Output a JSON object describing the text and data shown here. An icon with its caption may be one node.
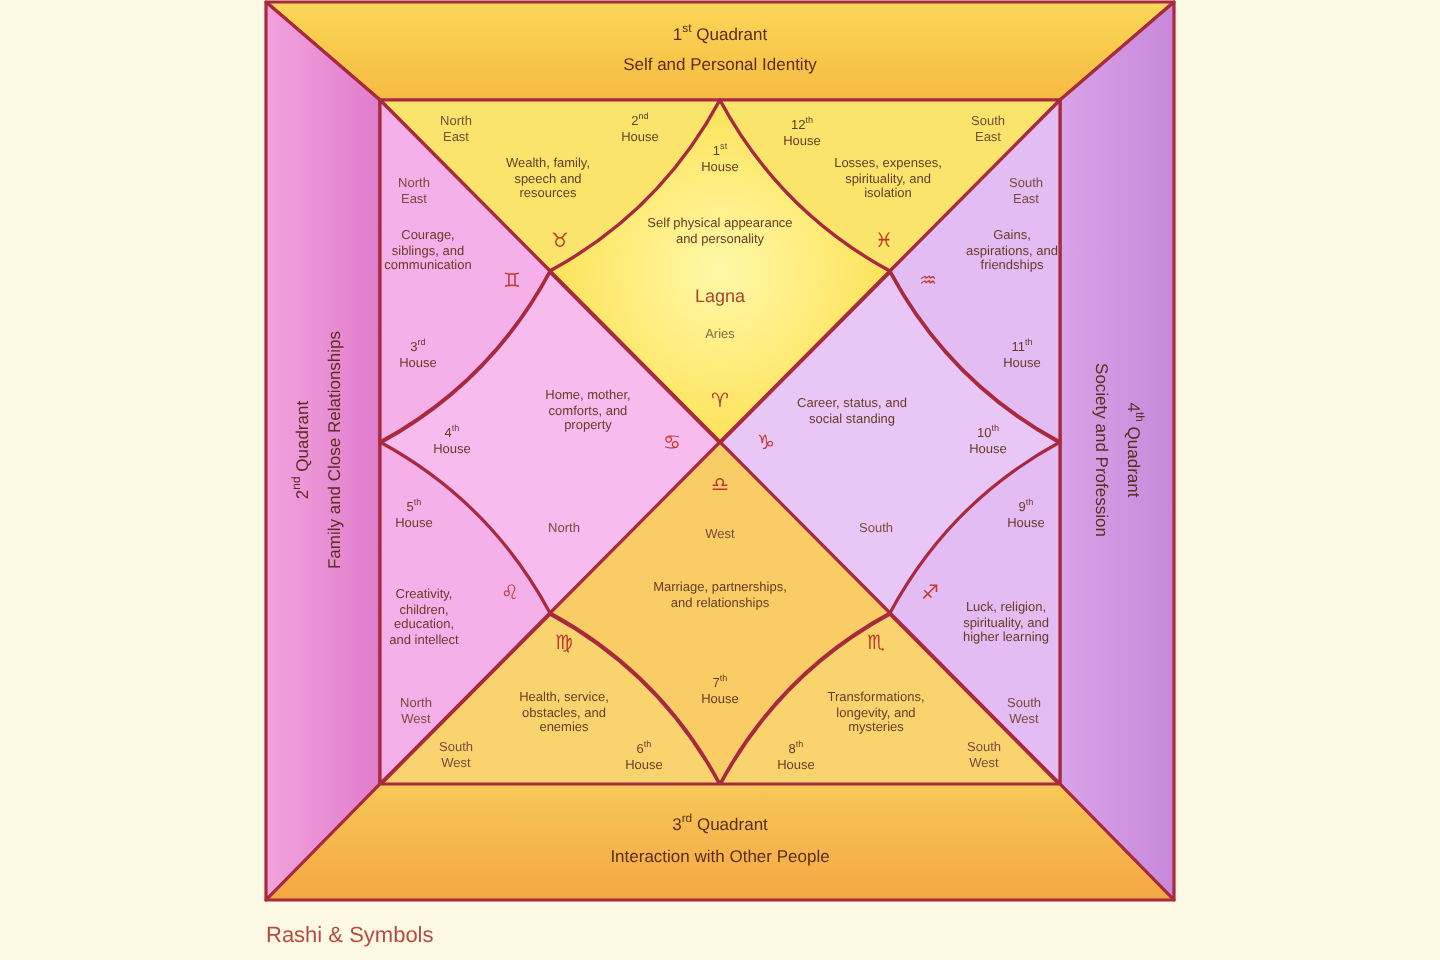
{
  "diagram": {
    "caption": "Rashi & Symbols",
    "nodes": [
      {
        "text": [
          "1$^{st}$ Quadrant",
          "Self and Personal Identity"
        ]
      },
      {
        "text": [
          "2$^{nd}$ Quadrant",
          "Family and Close Relationships"
        ]
      },
      {
        "text": [
          "4$^{th}$ Quadrant",
          "Society and Profession"
        ]
      },
      {
        "text": [
          "North East",
          "2$^{nd}$ House",
          "Wealth, family, speech and resources",
          "♉"
        ]
      },
      {
        "text": [
          "1$^{st}$ House",
          "Self physical appearance and personality",
          "Lagna",
          "Aries",
          "♈"
        ]
      },
      {
        "text": [
          "12$^{th}$ House",
          "South East",
          "Losses, expenses, spirituality, and isolation",
          "♓"
        ]
      },
      {
        "text": [
          "North East",
          "Courage, siblings, and communication",
          "♊",
          "3$^{rd}$ House"
        ]
      },
      {
        "text": [
          "South East",
          "Gains, aspirations, and friendships",
          "♒",
          "11$^{th}$ House"
        ]
      },
      {
        "text": [
          "Home, mother, comforts, and property",
          "4$^{th}$ House",
          "♋",
          "North"
        ]
      },
      {
        "text": [
          "Career, status, and social standing",
          "♑",
          "10$^{th}$ House",
          "South"
        ]
      },
      {
        "text": [
          "5$^{th}$ House",
          "♌",
          "Creativity, children, education, and intellect",
          "North West"
        ]
      },
      {
        "text": [
          "9$^{th}$ House",
          "♐",
          "Luck, religion, spirituality, and higher learning",
          "South West"
        ]
      },
      {
        "text": [
          "♍",
          "Health, service, obstacles, and enemies",
          "South West",
          "6$^{th}$ House"
        ]
      },
      {
        "text": [
          "♎",
          "West",
          "Marriage, partnerships, and relationships",
          "7$^{th}$ House"
        ]
      },
      {
        "text": [
          "♏",
          "Transformations, longevity, and mysteries",
          "8$^{th}$ House",
          "South West"
        ]
      },
      {
        "text": [
          "3$^{rd}$ Quadrant",
          "Interaction with Other People"
        ]
      }
    ]
  }
}
